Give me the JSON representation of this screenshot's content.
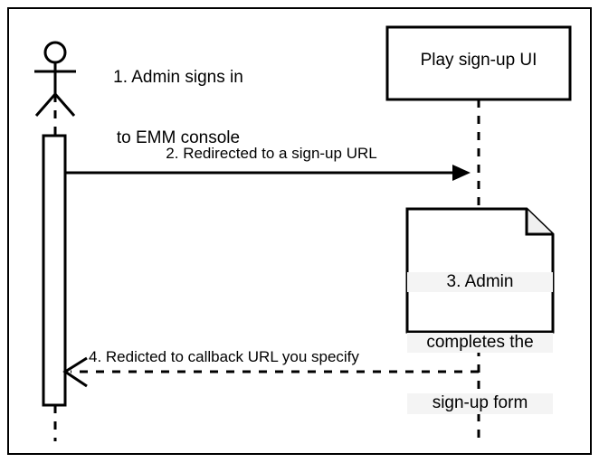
{
  "diagram": {
    "type": "uml-sequence-diagram",
    "frame": {
      "border_color": "#000000",
      "background": "#ffffff"
    },
    "actor": {
      "name": "admin-actor",
      "shape": "stick-figure",
      "label_lines": [
        "1. Admin signs in",
        "to EMM console"
      ],
      "label_line1": "1. Admin signs in",
      "label_line2": "to EMM console"
    },
    "participant": {
      "name": "play-signup-ui",
      "label": "Play sign-up UI",
      "border_color": "#000000",
      "fill": "#ffffff"
    },
    "messages": [
      {
        "id": "msg2",
        "label": "2. Redirected to a sign-up URL",
        "style": "solid",
        "arrowhead": "filled",
        "direction": "left-to-right"
      },
      {
        "id": "msg4",
        "label": "4. Redicted to callback URL you specify",
        "style": "dashed",
        "arrowhead": "open",
        "direction": "right-to-left"
      }
    ],
    "note": {
      "name": "signup-form-note",
      "shape": "folded-corner-note",
      "label_lines": [
        "3. Admin",
        "completes the",
        "sign-up form"
      ],
      "label_line1": "3. Admin",
      "label_line2": "completes the",
      "label_line3": "sign-up form",
      "fill": "#ffffff",
      "text_highlight": "#f4f4f4",
      "border_color": "#000000"
    },
    "lifelines": [
      {
        "name": "actor-lifeline",
        "style": "dashed"
      },
      {
        "name": "participant-lifeline",
        "style": "dashed"
      }
    ],
    "activation": {
      "name": "actor-activation-bar",
      "fill": "#ffffff",
      "border_color": "#000000"
    }
  }
}
